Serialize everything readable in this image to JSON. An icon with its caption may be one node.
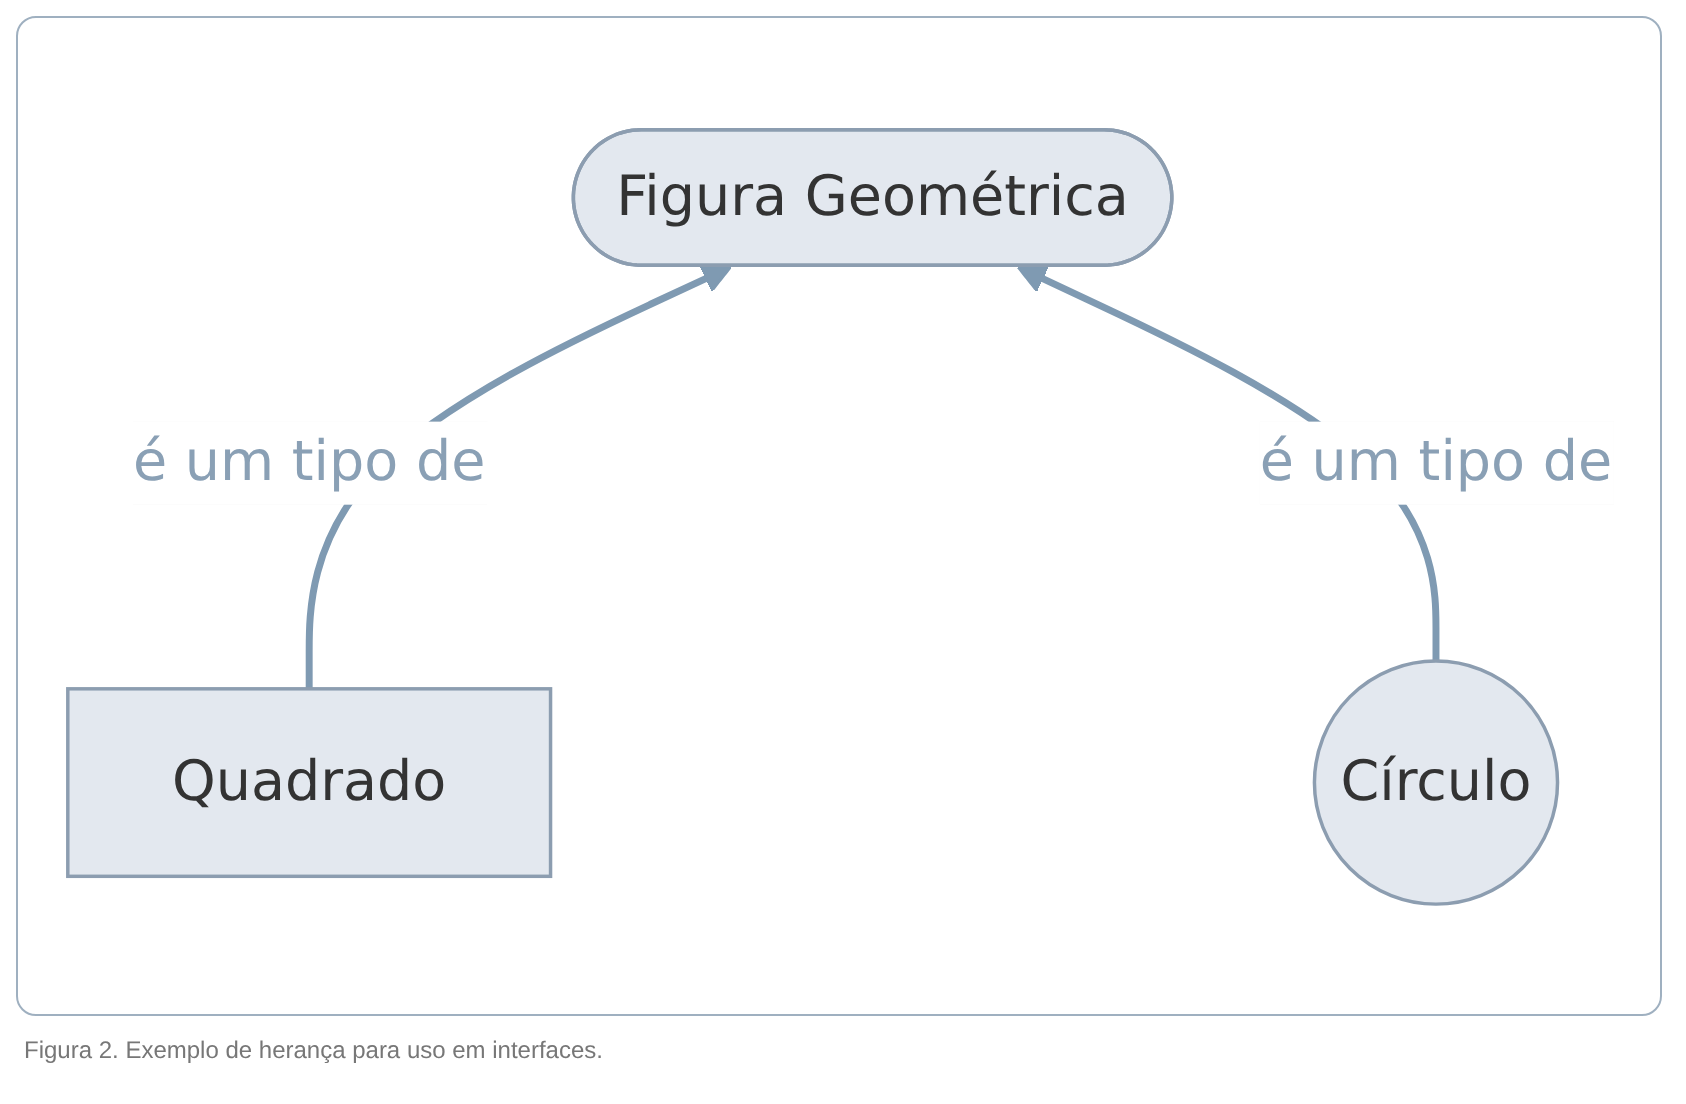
{
  "diagram": {
    "caption": "Figura 2. Exemplo de herança para uso em interfaces.",
    "nodes": [
      {
        "text": [
          "Figura Geométrica"
        ]
      },
      {
        "text": [
          "Quadrado"
        ]
      },
      {
        "text": [
          "Círculo"
        ]
      }
    ],
    "edges": [
      {
        "from": 1,
        "to": 0,
        "arrow": "to",
        "label": "é um tipo de"
      },
      {
        "from": 2,
        "to": 0,
        "arrow": "to",
        "label": "é um tipo de"
      }
    ]
  }
}
